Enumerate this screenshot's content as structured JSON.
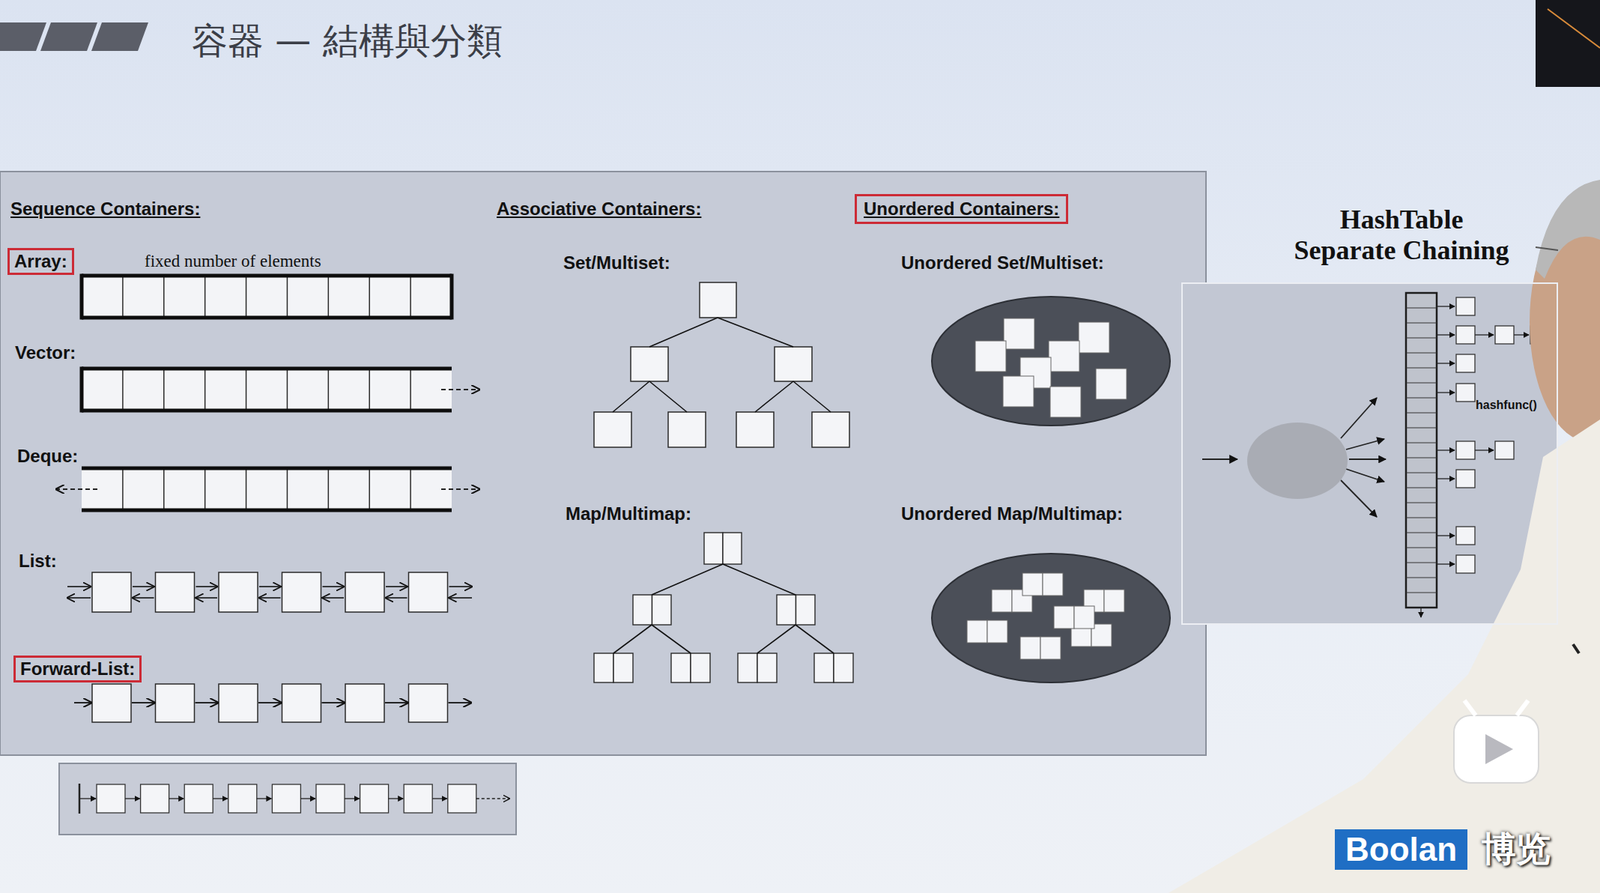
{
  "diagram": {
    "title": "容器 — 結構與分類",
    "nodes": [
      {
        "text": [
          "Unordered Containers:"
        ]
      },
      {
        "text": [
          "HashTable Separate Chaining"
        ]
      },
      {
        "text": [
          "hashfunc()"
        ],
        "in": 1
      },
      {
        "text": [
          "Array:"
        ]
      },
      {
        "text": [
          "Forward-List:"
        ]
      },
      {
        "text": [
          "Boolan"
        ]
      }
    ],
    "labels": [
      "Sequence Containers:",
      "Associative Containers:",
      "fixed number of elements",
      "Set/Multiset:",
      "Unordered Set/Multiset:",
      "Vector:",
      "Deque:",
      "Map/Multimap:",
      "Unordered Map/Multimap:",
      "List:",
      "博览"
    ]
  }
}
